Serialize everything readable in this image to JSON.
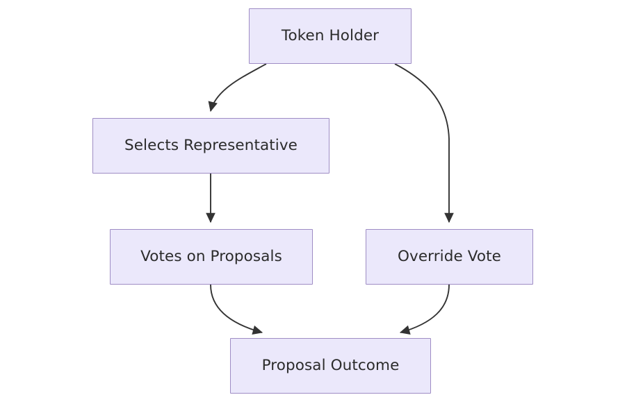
{
  "diagram": {
    "type": "flowchart",
    "direction": "top-down",
    "background_color": "#ffffff",
    "node_fill_color": "#ebe8fb",
    "node_border_color": "#9e8cc4",
    "node_text_color": "#2b2b2b",
    "edge_color": "#333333",
    "nodes": [
      {
        "id": "token-holder",
        "label": "Token Holder"
      },
      {
        "id": "selects-rep",
        "label": "Selects Representative"
      },
      {
        "id": "votes-on-proposals",
        "label": "Votes on Proposals"
      },
      {
        "id": "override-vote",
        "label": "Override Vote"
      },
      {
        "id": "proposal-outcome",
        "label": "Proposal Outcome"
      }
    ],
    "edges": [
      {
        "id": "edge-token-holder-to-selects-rep",
        "from": "token-holder",
        "to": "selects-rep",
        "label": "",
        "style": "curved-arrow"
      },
      {
        "id": "edge-token-holder-to-override-vote",
        "from": "token-holder",
        "to": "override-vote",
        "label": "",
        "style": "curved-arrow"
      },
      {
        "id": "edge-selects-rep-to-votes-on-proposals",
        "from": "selects-rep",
        "to": "votes-on-proposals",
        "label": "",
        "style": "straight-arrow"
      },
      {
        "id": "edge-votes-on-proposals-to-outcome",
        "from": "votes-on-proposals",
        "to": "proposal-outcome",
        "label": "",
        "style": "curved-arrow"
      },
      {
        "id": "edge-override-vote-to-outcome",
        "from": "override-vote",
        "to": "proposal-outcome",
        "label": "",
        "style": "curved-arrow"
      }
    ]
  }
}
